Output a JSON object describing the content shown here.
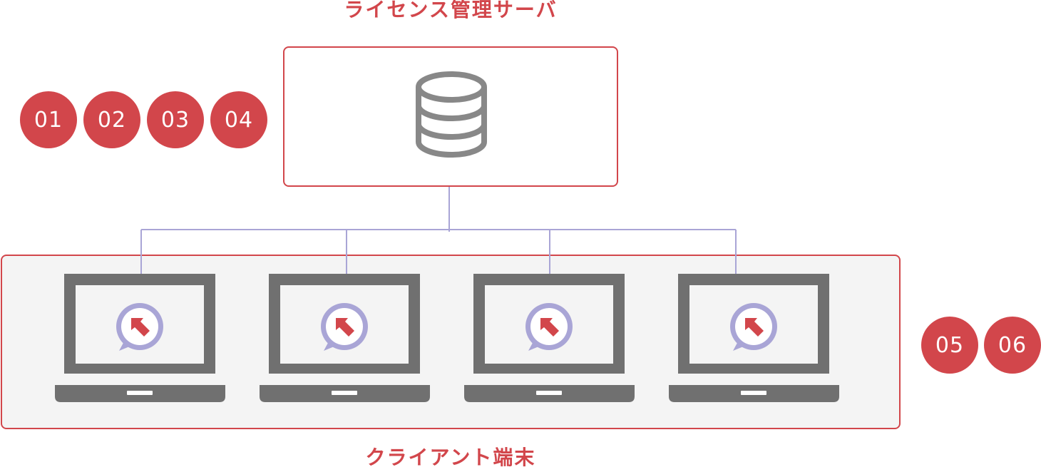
{
  "server": {
    "title": "ライセンス管理サーバ",
    "icon": "database-icon"
  },
  "clients": {
    "title": "クライアント端末",
    "laptops": [
      {
        "icon": "laptop-icon"
      },
      {
        "icon": "laptop-icon"
      },
      {
        "icon": "laptop-icon"
      },
      {
        "icon": "laptop-icon"
      }
    ]
  },
  "badges": {
    "server_side": [
      "01",
      "02",
      "03",
      "04"
    ],
    "client_side": [
      "05",
      "06"
    ]
  },
  "colors": {
    "accent": "#d2464b",
    "icon_gray": "#707070",
    "connector": "#a9a5d6",
    "client_bg": "#f4f4f4"
  }
}
